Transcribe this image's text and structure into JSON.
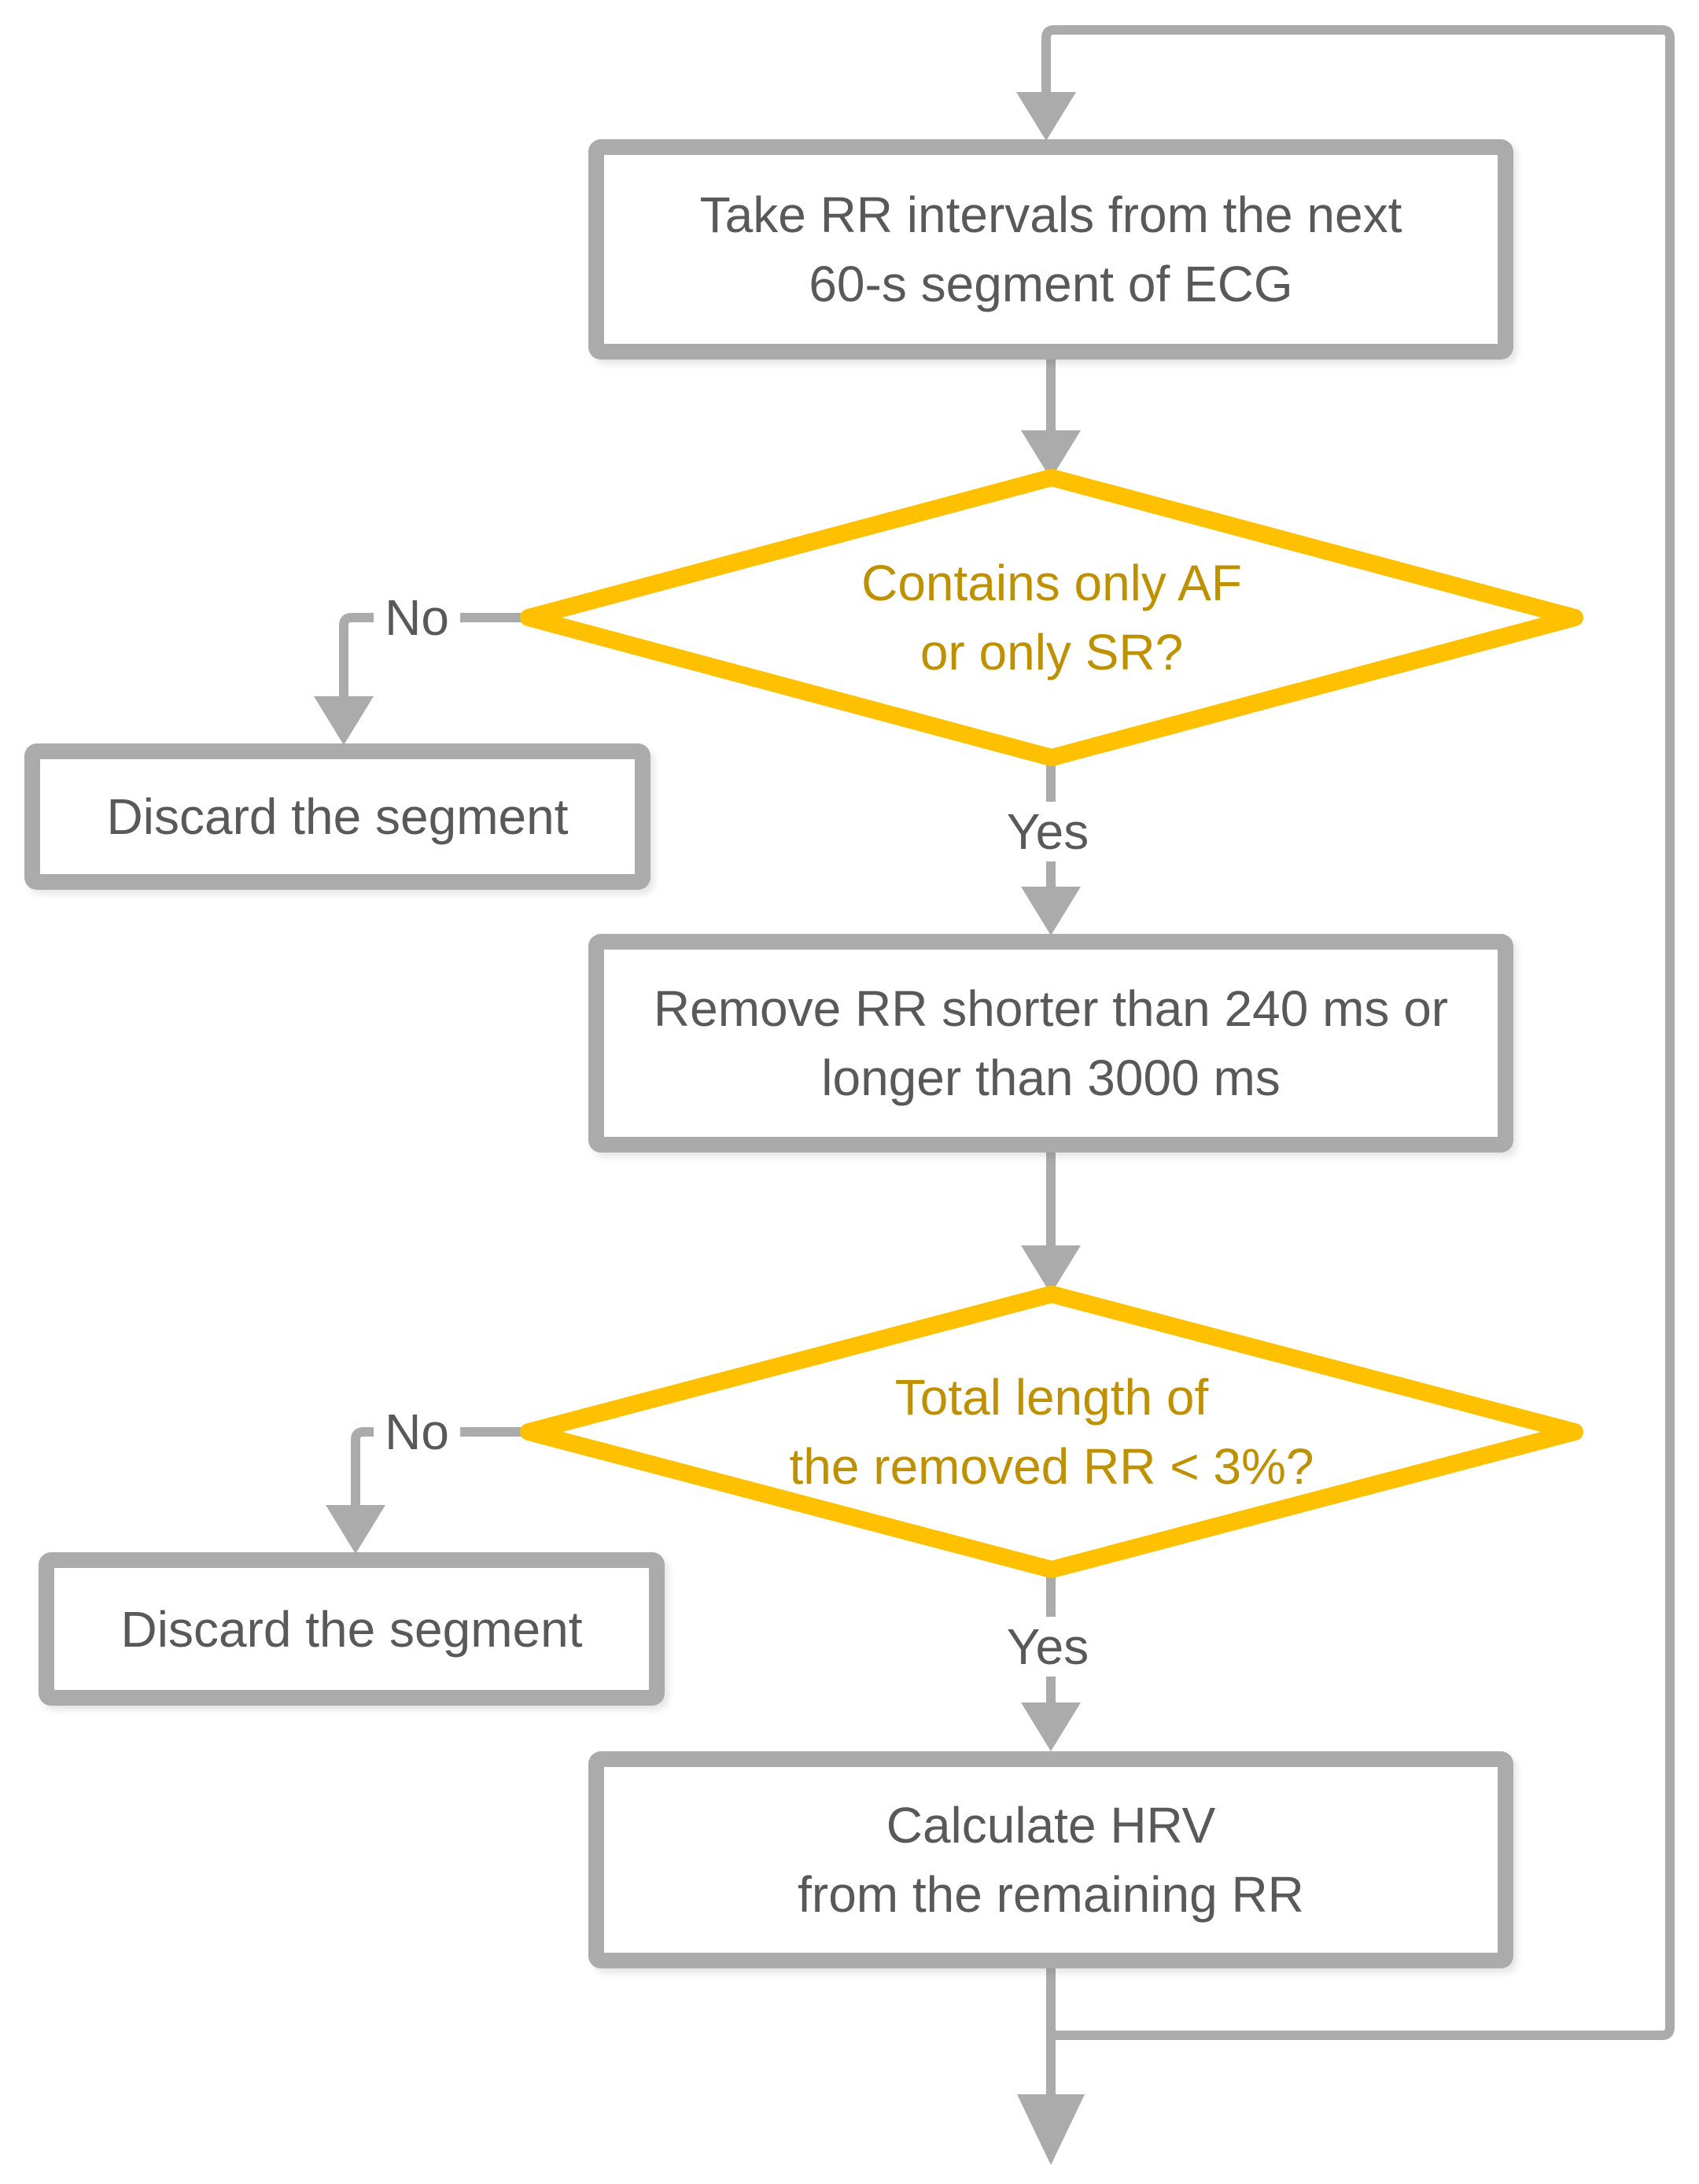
{
  "diagram_title": "HRV segment selection flowchart",
  "colors": {
    "line_gray": "#ABABAB",
    "text_gray": "#595959",
    "diamond_border": "#FFC000",
    "diamond_text": "#BF9000",
    "background": "#FFFFFF"
  },
  "nodes": {
    "take": {
      "line1": "Take RR intervals from the next",
      "line2": "60-s segment of ECG"
    },
    "decision1": {
      "line1": "Contains only AF",
      "line2": "or only SR?"
    },
    "discard1": {
      "line1": "Discard the segment"
    },
    "remove": {
      "line1": "Remove RR shorter than 240 ms or",
      "line2": "longer than 3000 ms"
    },
    "decision2": {
      "line1": "Total length of",
      "line2": "the removed RR < 3%?"
    },
    "discard2": {
      "line1": "Discard the segment"
    },
    "calc": {
      "line1": "Calculate HRV",
      "line2": "from the remaining RR"
    }
  },
  "labels": {
    "no1": "No",
    "yes1": "Yes",
    "no2": "No",
    "yes2": "Yes"
  }
}
